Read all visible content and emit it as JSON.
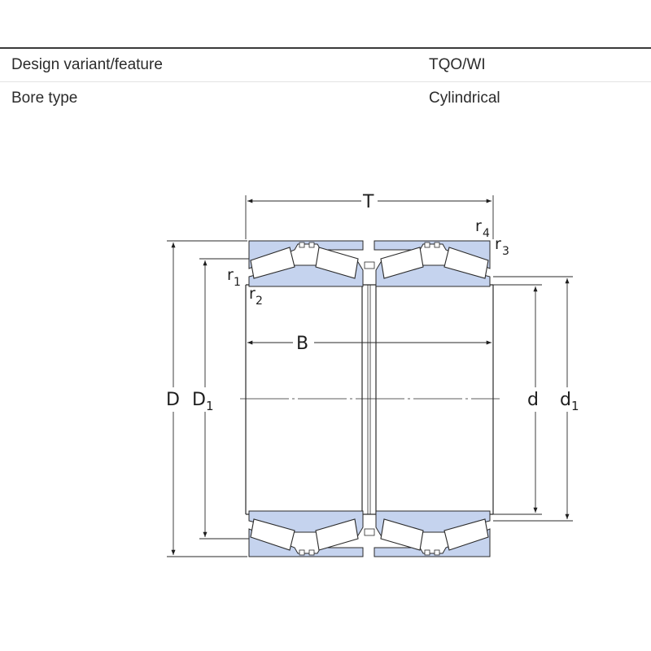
{
  "specs": [
    {
      "label": "Design variant/feature",
      "value": "TQO/WI"
    },
    {
      "label": "Bore type",
      "value": "Cylindrical"
    }
  ],
  "drawing": {
    "labels": {
      "T": "T",
      "B": "B",
      "D": "D",
      "D1": "D",
      "D1_sub": "1",
      "d": "d",
      "d1": "d",
      "d1_sub": "1",
      "r1": "r",
      "r1_sub": "1",
      "r2": "r",
      "r2_sub": "2",
      "r3": "r",
      "r3_sub": "3",
      "r4": "r",
      "r4_sub": "4"
    },
    "colors": {
      "ring_fill": "#c5d3ee",
      "line": "#2a2a2a",
      "roller_fill": "#ffffff"
    }
  }
}
